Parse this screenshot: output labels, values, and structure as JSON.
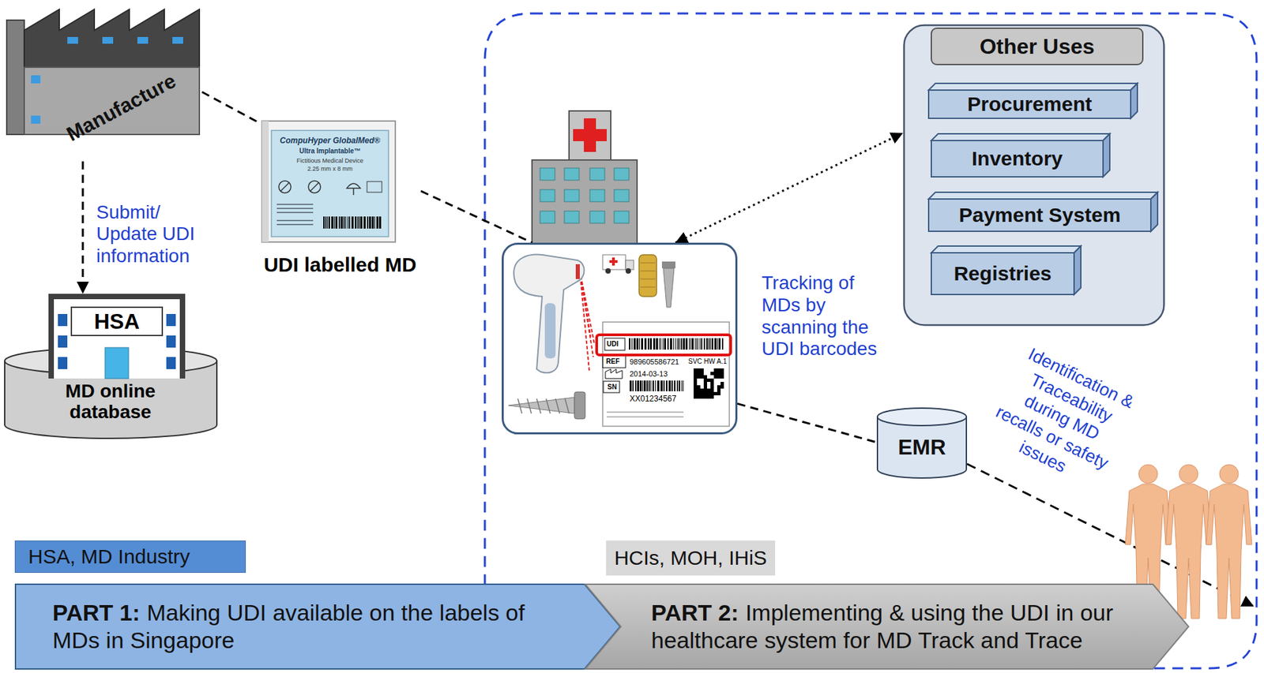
{
  "diagram": {
    "nodes": [
      {
        "text": [
          "Manufacture"
        ]
      },
      {
        "text": [
          "HSA",
          "MD online database"
        ]
      },
      {
        "text": [
          "UDI labelled MD"
        ]
      },
      {
        "text": [
          "Tracking of MDs by scanning the UDI barcodes"
        ]
      },
      {
        "text": [
          "Other Uses"
        ]
      },
      {
        "text": [
          "Procurement"
        ],
        "in": 4
      },
      {
        "text": [
          "Inventory"
        ],
        "in": 4
      },
      {
        "text": [
          "Payment System"
        ],
        "in": 4
      },
      {
        "text": [
          "Registries"
        ],
        "in": 4
      },
      {
        "text": [
          "EMR"
        ]
      },
      {
        "text": [
          "HSA, MD Industry"
        ]
      },
      {
        "text": [
          "HCIs, MOH, IHiS"
        ]
      },
      {
        "text": [
          "PART 1:",
          "Making UDI available on the labels of MDs in Singapore"
        ]
      },
      {
        "text": [
          "PART 2:",
          "Implementing & using the UDI in our healthcare system for MD Track and Trace"
        ]
      }
    ],
    "edges": [
      {
        "from": 0,
        "to": 1,
        "arrow": "to",
        "label": "Submit/ Update UDI information"
      },
      {
        "from": 0,
        "to": 2,
        "arrow": "none"
      },
      {
        "from": 2,
        "to": 3,
        "arrow": "none"
      },
      {
        "from": 3,
        "to": 4,
        "arrow": "both"
      },
      {
        "from": 3,
        "to": 9,
        "arrow": "none"
      }
    ],
    "labels": [
      "CompuHyper GlobalMed®",
      "Ultra Implantable™",
      "Fictitious Medical Device",
      "2.25 mm x 8 mm",
      "UDI",
      "REF",
      "989605586721",
      "2014-03-13",
      "SVC HW A.1",
      "SN",
      "XX01234567",
      "Identification & Traceability during MD recalls or safety issues"
    ]
  }
}
